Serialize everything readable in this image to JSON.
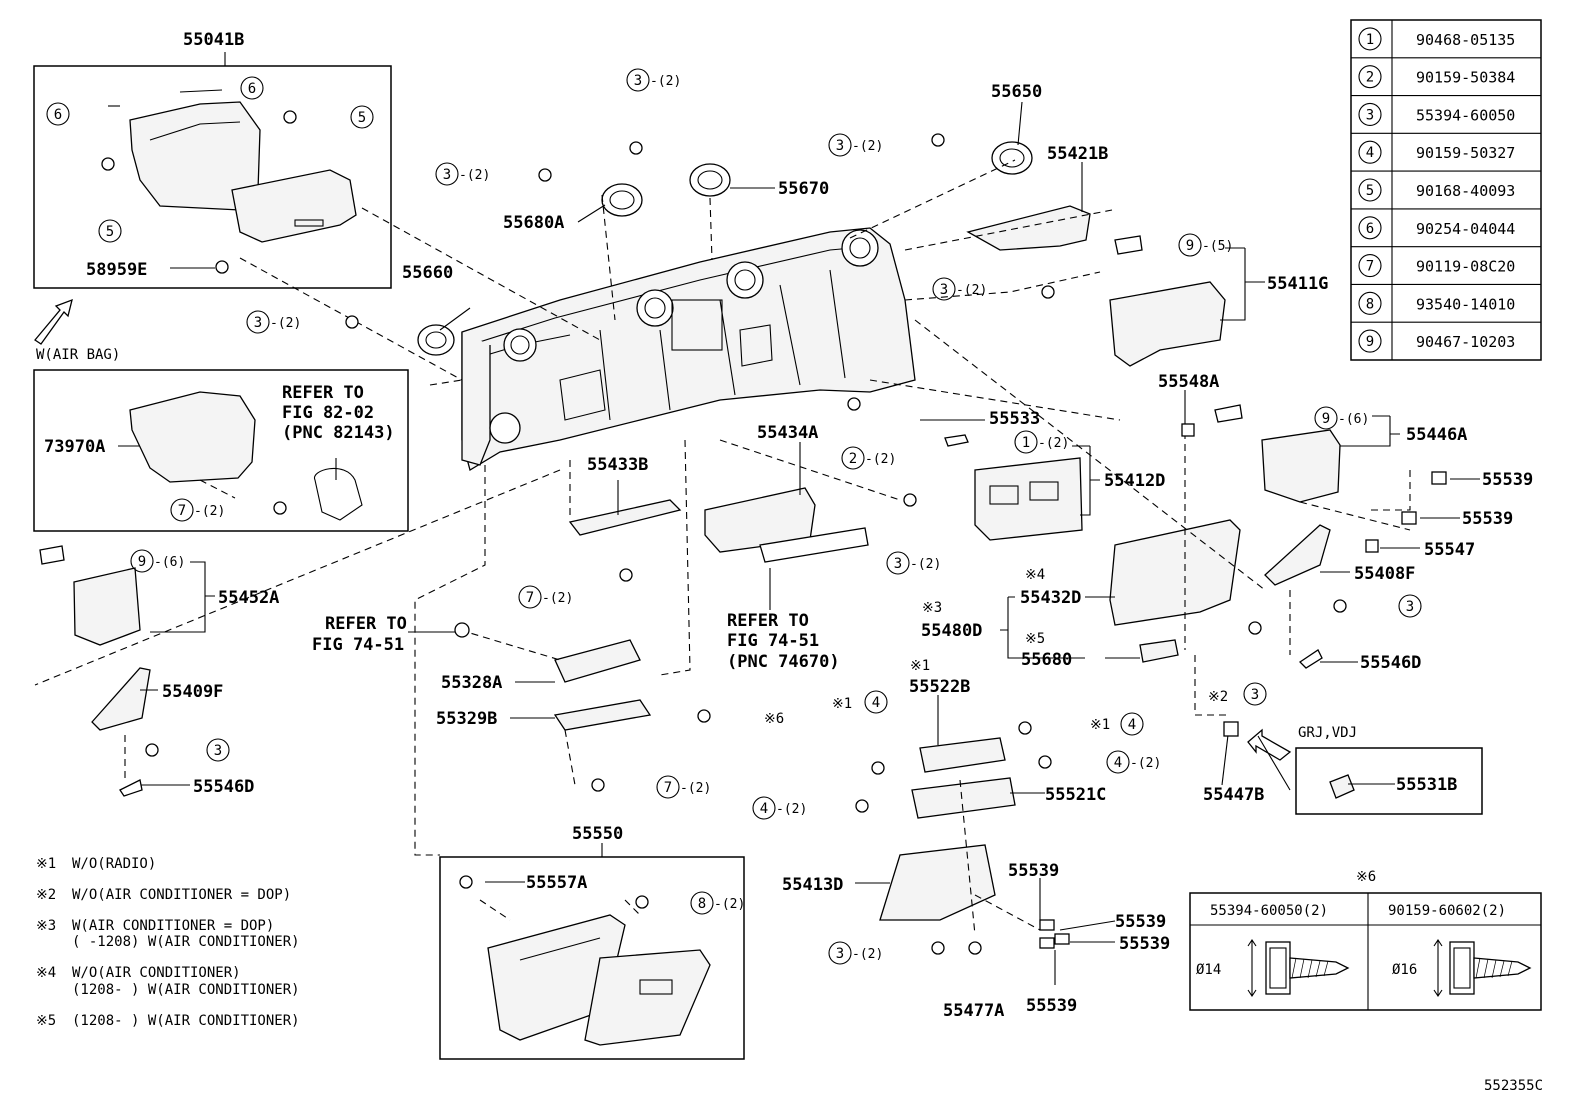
{
  "callouts": {
    "c55041B": "55041B",
    "c58959E": "58959E",
    "c55660": "55660",
    "c55680A": "55680A",
    "c55670": "55670",
    "c55650": "55650",
    "c55421B": "55421B",
    "c55411G": "55411G",
    "c73970A": "73970A",
    "c55452A": "55452A",
    "c55409F": "55409F",
    "c55546D_left": "55546D",
    "c55433B": "55433B",
    "c55434A": "55434A",
    "c55533": "55533",
    "c55412D": "55412D",
    "c55548A": "55548A",
    "c55446A": "55446A",
    "c55539_a": "55539",
    "c55539_b": "55539",
    "c55547": "55547",
    "c55408F": "55408F",
    "c55546D_right": "55546D",
    "c55432D": "55432D",
    "c55480D": "55480D",
    "c55680": "55680",
    "c55522B": "55522B",
    "c55521C": "55521C",
    "c55328A": "55328A",
    "c55329B": "55329B",
    "c55550": "55550",
    "c55557A": "55557A",
    "c55413D": "55413D",
    "c55539_c": "55539",
    "c55539_d": "55539",
    "c55539_e": "55539",
    "c55539_f": "55539",
    "c55477A": "55477A",
    "c55447B": "55447B",
    "c55531B": "55531B"
  },
  "notes": {
    "w_air_bag": "W(AIR BAG)",
    "refer_82_l1": "REFER TO",
    "refer_82_l2": "FIG 82-02",
    "refer_82_l3": "(PNC 82143)",
    "refer_7451a_l1": "REFER TO",
    "refer_7451a_l2": "FIG 74-51",
    "refer_7451b_l1": "REFER TO",
    "refer_7451b_l2": "FIG 74-51",
    "refer_7451b_l3": "(PNC 74670)",
    "grj_vdj": "GRJ,VDJ",
    "mark4": "※4",
    "mark3": "※3",
    "mark5": "※5",
    "mark1a": "※1",
    "mark1b": "※1",
    "mark1c": "※1",
    "mark2": "※2",
    "mark6": "※6",
    "mark6_table": "※6",
    "diagram_id": "552355C"
  },
  "qty": {
    "q2": "-(2)",
    "q5": "-(5)",
    "q6": "-(6)"
  },
  "legend_footnotes": [
    {
      "mark": "※1",
      "text": "W/O(RADIO)"
    },
    {
      "mark": "※2",
      "text": "W/O(AIR CONDITIONER = DOP)"
    },
    {
      "mark": "※3",
      "text": "W(AIR CONDITIONER = DOP)"
    },
    {
      "mark": "",
      "text": "(     -1208) W(AIR CONDITIONER)"
    },
    {
      "mark": "※4",
      "text": "W/O(AIR CONDITIONER)"
    },
    {
      "mark": "",
      "text": "(1208-     ) W(AIR CONDITIONER)"
    },
    {
      "mark": "※5",
      "text": "(1208-     ) W(AIR CONDITIONER)"
    }
  ],
  "fastener_table": [
    {
      "num": "1",
      "part": "90468-05135"
    },
    {
      "num": "2",
      "part": "90159-50384"
    },
    {
      "num": "3",
      "part": "55394-60050"
    },
    {
      "num": "4",
      "part": "90159-50327"
    },
    {
      "num": "5",
      "part": "90168-40093"
    },
    {
      "num": "6",
      "part": "90254-04044"
    },
    {
      "num": "7",
      "part": "90119-08C20"
    },
    {
      "num": "8",
      "part": "93540-14010"
    },
    {
      "num": "9",
      "part": "90467-10203"
    }
  ],
  "detail_table": {
    "col1_head": "55394-60050(2)",
    "col2_head": "90159-60602(2)",
    "col1_dim": "Ø14",
    "col2_dim": "Ø16"
  }
}
